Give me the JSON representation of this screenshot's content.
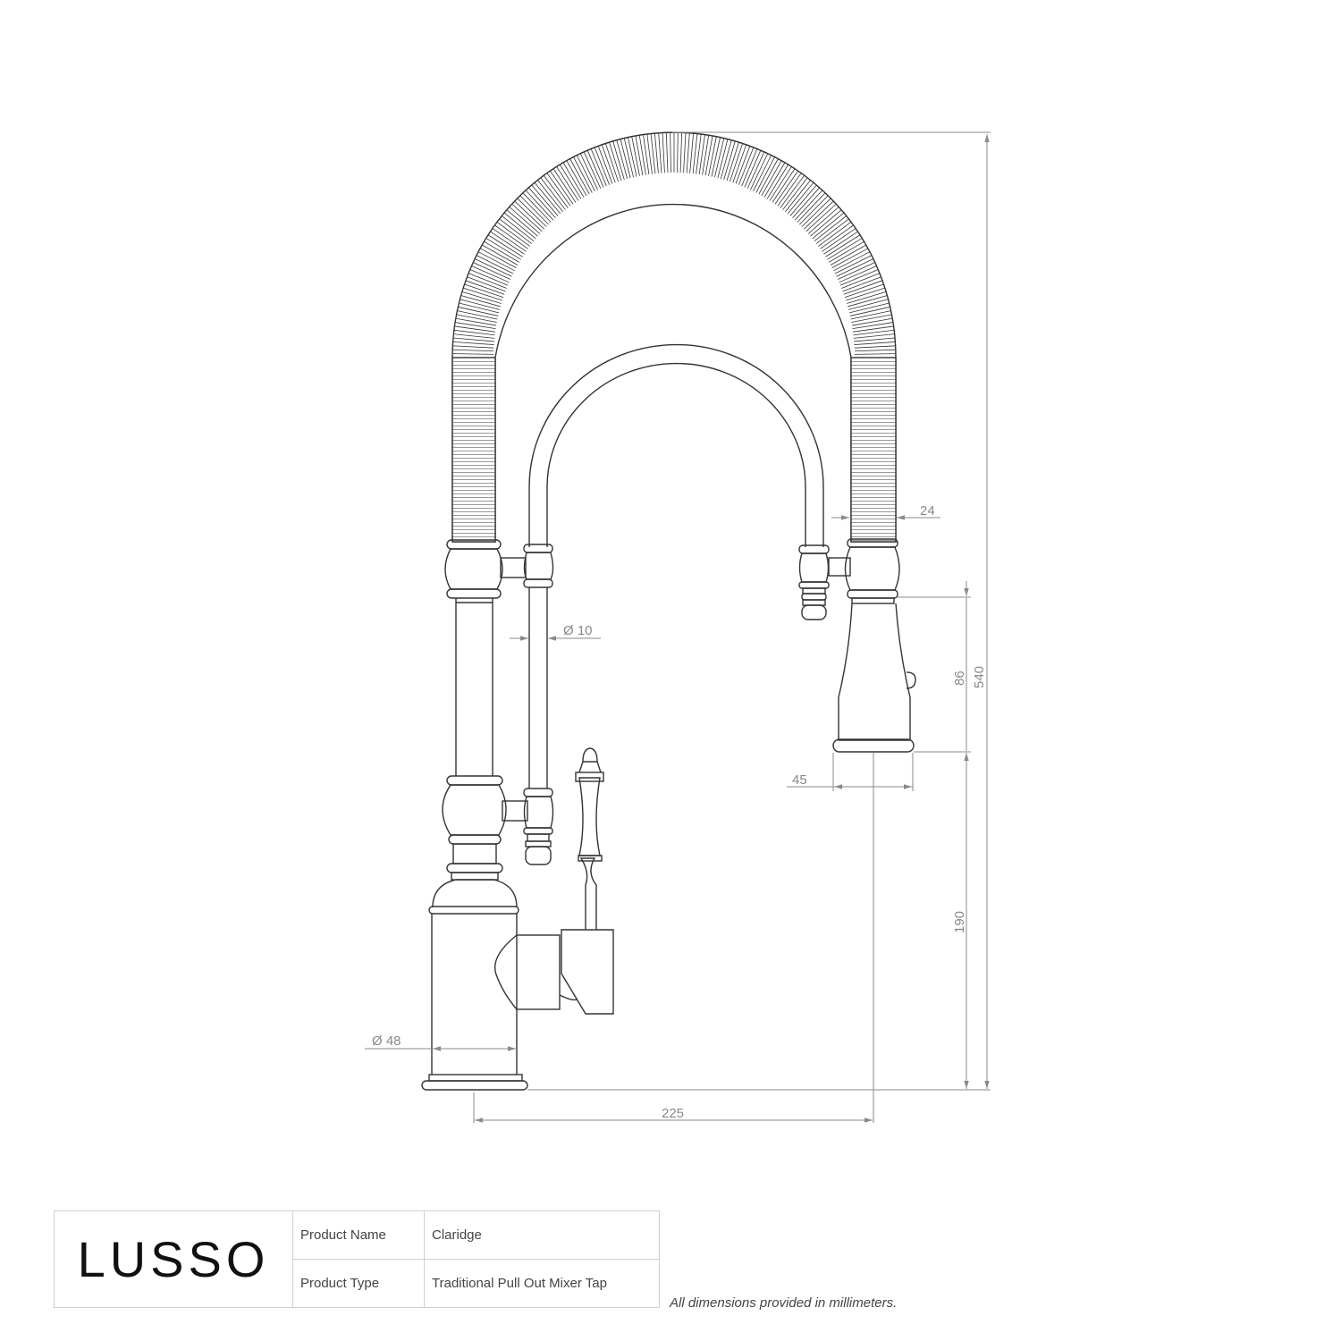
{
  "title_block": {
    "brand": "LUSSO",
    "rows": [
      {
        "label": "Product Name",
        "value": "Claridge"
      },
      {
        "label": "Product Type",
        "value": "Traditional Pull Out Mixer Tap"
      }
    ],
    "note": "All dimensions provided in millimeters."
  },
  "dimensions": {
    "hose_diameter": "24",
    "tube_diameter": "Ø 10",
    "spray_head_height": "86",
    "overall_height": "540",
    "spray_head_width": "45",
    "spout_clearance": "190",
    "body_diameter": "Ø 48",
    "projection": "225"
  },
  "colors": {
    "line": "#333333",
    "dimension": "#8a8a8a",
    "border": "#cfcfcf"
  }
}
